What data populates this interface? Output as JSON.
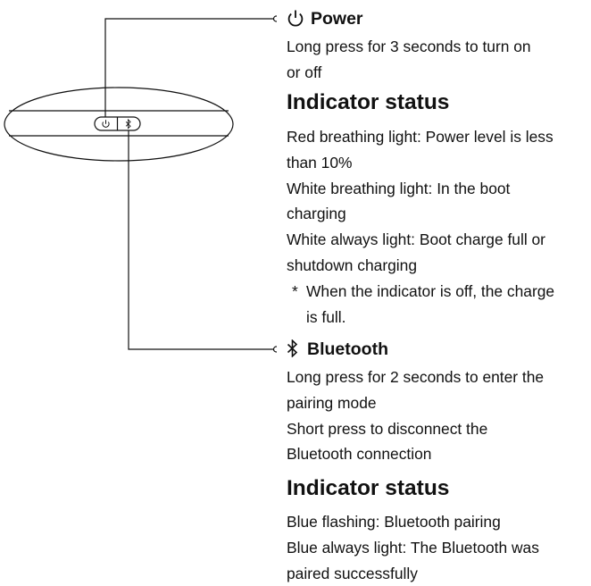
{
  "power": {
    "title": "Power",
    "description_lines": [
      "Long press for 3 seconds to turn on",
      "or off"
    ]
  },
  "power_indicator": {
    "title": "Indicator status",
    "lines": [
      "Red breathing light: Power level is less",
      "than 10%",
      "White breathing light: In the boot",
      "charging",
      "White always light: Boot charge full or",
      "shutdown charging"
    ],
    "note_marker": "*",
    "note_lines": [
      "When the indicator is off, the charge",
      "is full."
    ]
  },
  "bluetooth": {
    "title": "Bluetooth",
    "description_lines": [
      "Long press for 2 seconds to enter the",
      "pairing mode",
      "Short press to disconnect the",
      "Bluetooth connection"
    ]
  },
  "bluetooth_indicator": {
    "title": "Indicator status",
    "lines": [
      "Blue flashing: Bluetooth pairing",
      "Blue always light: The Bluetooth was",
      "paired successfully"
    ]
  },
  "icons": {
    "power_button": "power-icon",
    "bluetooth_button": "bluetooth-icon"
  },
  "colors": {
    "ink": "#111111",
    "background": "#ffffff"
  }
}
